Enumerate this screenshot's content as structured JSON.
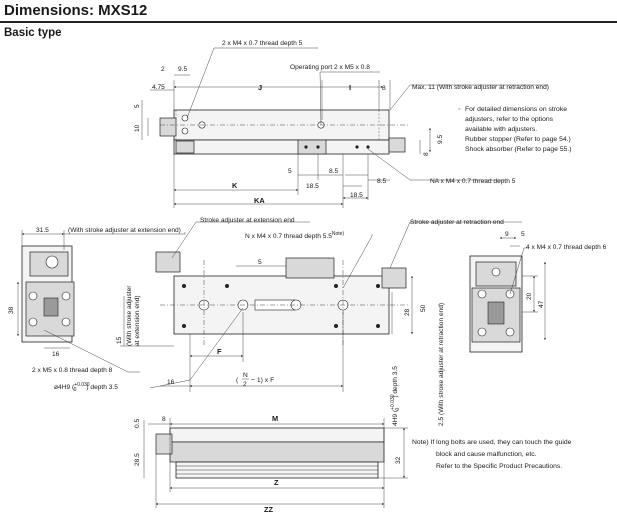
{
  "title": "Dimensions: MXS12",
  "section": "Basic type",
  "labels": {
    "thread_m4_top": "2 x M4 x 0.7 thread depth 5",
    "operating_port": "Operating port 2 x M5 x 0.8",
    "max_note": "Max. 11 (With stroke adjuster at retraction end)",
    "na_thread": "NA x M4 x 0.7 thread depth 5",
    "stroke_ext": "Stroke adjuster at extension end",
    "stroke_ret": "Stroke adjuster at retraction end",
    "n_thread": "N x M4 x 0.7 thread depth 5.5",
    "n_thread_sup": "Note)",
    "with_stroke_ext_end": "(With stroke adjuster at extension end)",
    "thread_m4_right": "4 x M4 x 0.7 thread depth 6",
    "thread_m5_bottom": "2 x M5 x 0.8 thread depth 8",
    "bore_pre": "ø4H9 (",
    "bore_tol_top": "+0.030",
    "bore_tol_bot": "0",
    "bore_post": ") depth 3.5",
    "vert_ext_1": "(With stroke adjuster",
    "vert_ext_2": "at extension end)",
    "vert_ret": "2.5 (With stroke adjuster at retraction end)",
    "vert_bore_pre": "4H9 (",
    "vert_bore_tol_top": "+0.030",
    "vert_bore_tol_bot": "0",
    "vert_bore_post": ") depth 3.5",
    "formula_pre": "(",
    "formula_num": "N",
    "formula_den": "2",
    "formula_post": "− 1) x F"
  },
  "notes": {
    "adjuster_details": [
      "For detailed dimensions on stroke",
      "adjusters, refer to the options",
      "available with adjusters.",
      "Rubber stopper (Refer to page 54.)",
      "Shock absorber (Refer to page 55.)"
    ],
    "long_bolts": [
      "Note) If long bolts are used, they can touch the guide",
      "block and cause malfunction, etc.",
      "Refer to the Specific Product Precautions."
    ]
  },
  "dims": {
    "d2": "2",
    "d9_5a": "9.5",
    "d4_75": "4.75",
    "J": "J",
    "I": "I",
    "d8a": "8",
    "d5a": "5",
    "d10": "10",
    "d9_5b": "9.5",
    "d8b": "8",
    "d5b": "5",
    "d8_5a": "8.5",
    "d18_5a": "18.5",
    "d8_5b": "8.5",
    "K": "K",
    "KA": "KA",
    "d18_5b": "18.5",
    "d31_5": "31.5",
    "d38": "38",
    "d16a": "16",
    "d5c": "5",
    "d15": "15",
    "d28": "28",
    "d50": "50",
    "F": "F",
    "d16b": "16",
    "d9": "9",
    "d5d": "5",
    "d20": "20",
    "d47": "47",
    "d0_5": "0.5",
    "d8c": "8",
    "M": "M",
    "d28_5": "28.5",
    "d32": "32",
    "Z": "Z",
    "ZZ": "ZZ"
  }
}
